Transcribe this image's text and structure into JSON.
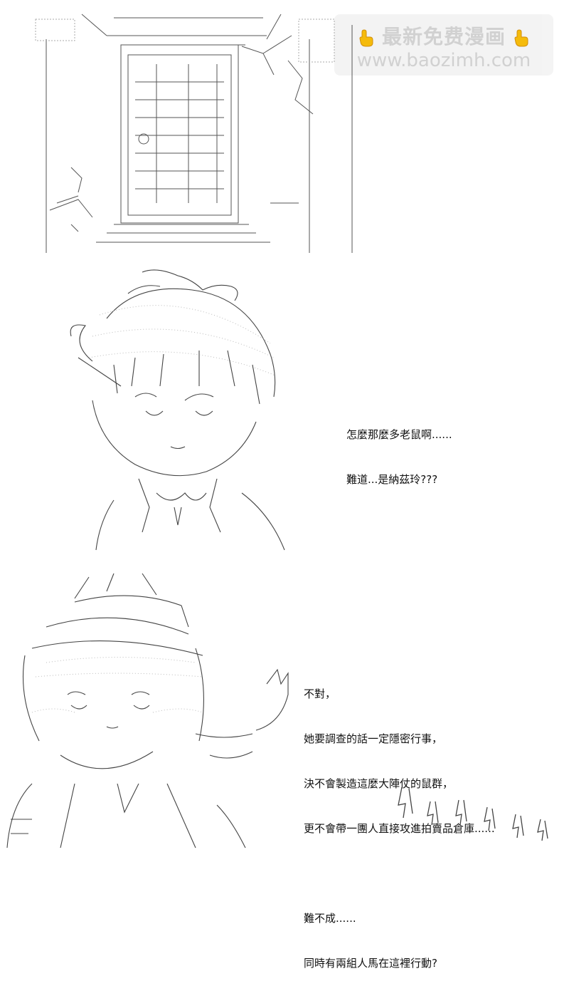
{
  "watermark": {
    "line1": "最新免费漫画",
    "line2": "www.baozimh.com",
    "icon": "pointing-hand-icon"
  },
  "panel2": {
    "dialogue": [
      "怎麼那麼多老鼠啊......",
      "難道...是納茲玲???"
    ]
  },
  "panel3": {
    "dialogue": [
      "不對，",
      "她要調查的話一定隱密行事，",
      "決不會製造這麼大陣仗的鼠群，",
      "更不會帶一團人直接攻進拍賣品倉庫......",
      "",
      "難不成......",
      "同時有兩組人馬在這裡行動?"
    ]
  }
}
